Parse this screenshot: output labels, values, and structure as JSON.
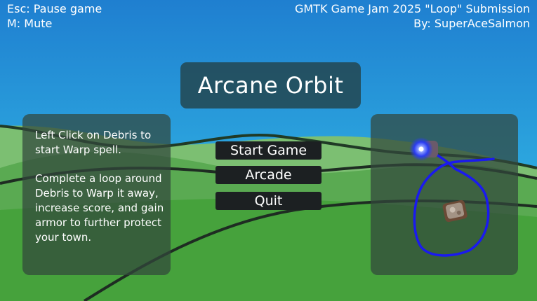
{
  "hud": {
    "pause_hint": "Esc: Pause game",
    "mute_hint": "M: Mute",
    "jam_credit": "GMTK Game Jam 2025 \"Loop\" Submission",
    "author_credit": "By: SuperAceSalmon"
  },
  "title": "Arcane Orbit",
  "instructions": {
    "line1": "Left Click on Debris to start Warp spell.",
    "line2": "Complete a loop around Debris to Warp it away, increase score, and gain armor to further protect your town."
  },
  "menu": {
    "start_label": "Start Game",
    "arcade_label": "Arcade",
    "quit_label": "Quit"
  },
  "colors": {
    "sky_top": "#1f7fd0",
    "sky_bottom": "#36c6ea",
    "hill_light": "#7cbf72",
    "hill_mid": "#5aaa52",
    "ground": "#46a23c",
    "warp_trail": "#1a1aee",
    "orb": "#5a6cff"
  },
  "icons": [
    "warp-orb-icon",
    "debris-icon",
    "warp-trail-icon"
  ]
}
